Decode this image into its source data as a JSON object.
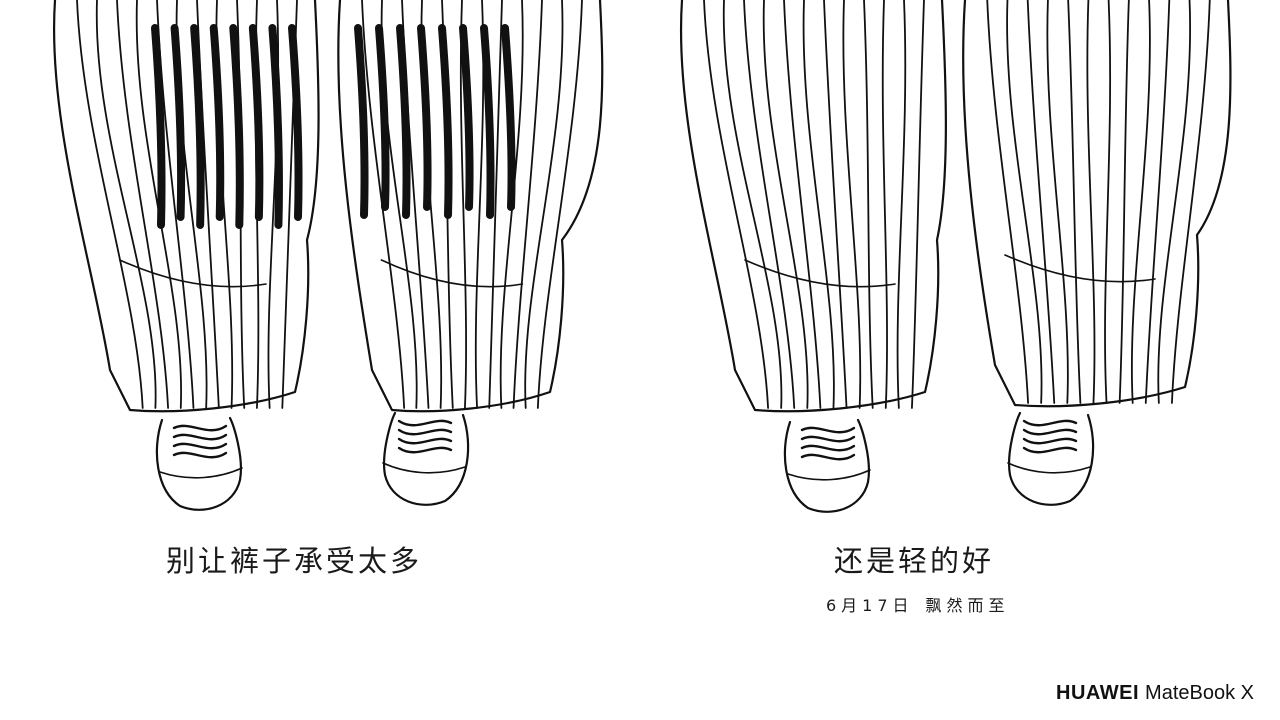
{
  "captions": {
    "left": "别让裤子承受太多",
    "right": "还是轻的好"
  },
  "release": {
    "date": "6月17日",
    "tagline": "飘然而至"
  },
  "brand": {
    "company": "HUAWEI",
    "product": "MateBook X"
  },
  "colors": {
    "ink": "#111111",
    "background": "#ffffff"
  },
  "illustration": {
    "left_panel": "heavy pinstripe trousers with sneakers",
    "right_panel": "light pinstripe trousers with sneakers"
  }
}
